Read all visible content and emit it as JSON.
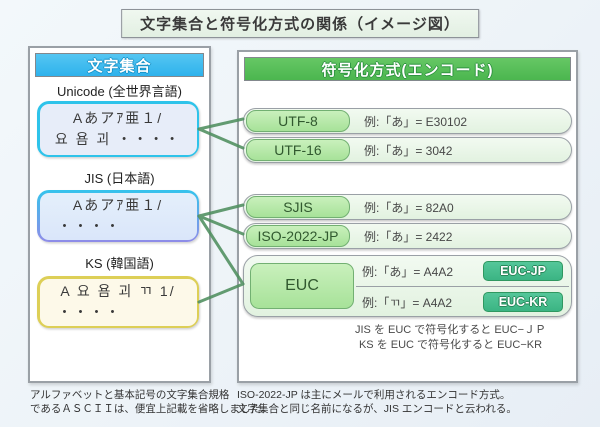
{
  "title": "文字集合と符号化方式の関係（イメージ図）",
  "charset_panel": {
    "header": "文字集合",
    "sections": [
      {
        "label": "Unicode (全世界言語)",
        "line1": "Aあアｱ亜１/",
        "line2": "요 욤 괴 ・・・・"
      },
      {
        "label": "JIS (日本語)",
        "line1": "Aあアｱ亜１/",
        "line2": "・・・・"
      },
      {
        "label": "KS (韓国語)",
        "line1": "A 요 욤 괴 ㄲ 1/",
        "line2": "・・・・"
      }
    ]
  },
  "encoding_panel": {
    "header": "符号化方式(エンコード)",
    "rows": [
      {
        "badge": "UTF-8",
        "example": "例:「あ」= E30102"
      },
      {
        "badge": "UTF-16",
        "example": "例:「あ」= 3042"
      },
      {
        "badge": "SJIS",
        "example": "例:「あ」= 82A0"
      },
      {
        "badge": "ISO-2022-JP",
        "example": "例:「あ」= 2422"
      }
    ],
    "euc": {
      "badge": "EUC",
      "rows": [
        {
          "example": "例:「あ」= A4A2",
          "tag": "EUC-JP"
        },
        {
          "example": "例:「ㄲ」= A4A2",
          "tag": "EUC-KR"
        }
      ],
      "note_line1": "JIS を EUC で符号化すると EUC−ＪＰ",
      "note_line2": "KS を EUC で符号化すると EUC−KR"
    }
  },
  "footnotes": {
    "left_line1": "アルファベットと基本記号の文字集合規格",
    "left_line2": "であるＡＳＣＩＩは、便宜上記載を省略しました。",
    "right_line1": "ISO-2022-JP は主にメールで利用されるエンコード方式。",
    "right_line2": "文字集合と同じ名前になるが、JIS エンコードと云われる。"
  },
  "colors": {
    "background": "#eef4f9",
    "charset_header": "#3eb9ee",
    "encoding_header": "#55bd58",
    "unicode_box_border": "#2ec3ea",
    "jis_box_border_top": "#35c3ec",
    "jis_box_border_bottom": "#8f8ce8",
    "ks_box_border": "#ddcf57",
    "encoding_badge": "#b7e9aa",
    "euc_tag": "#46be8d",
    "connector_line": "#4f8f5f"
  }
}
